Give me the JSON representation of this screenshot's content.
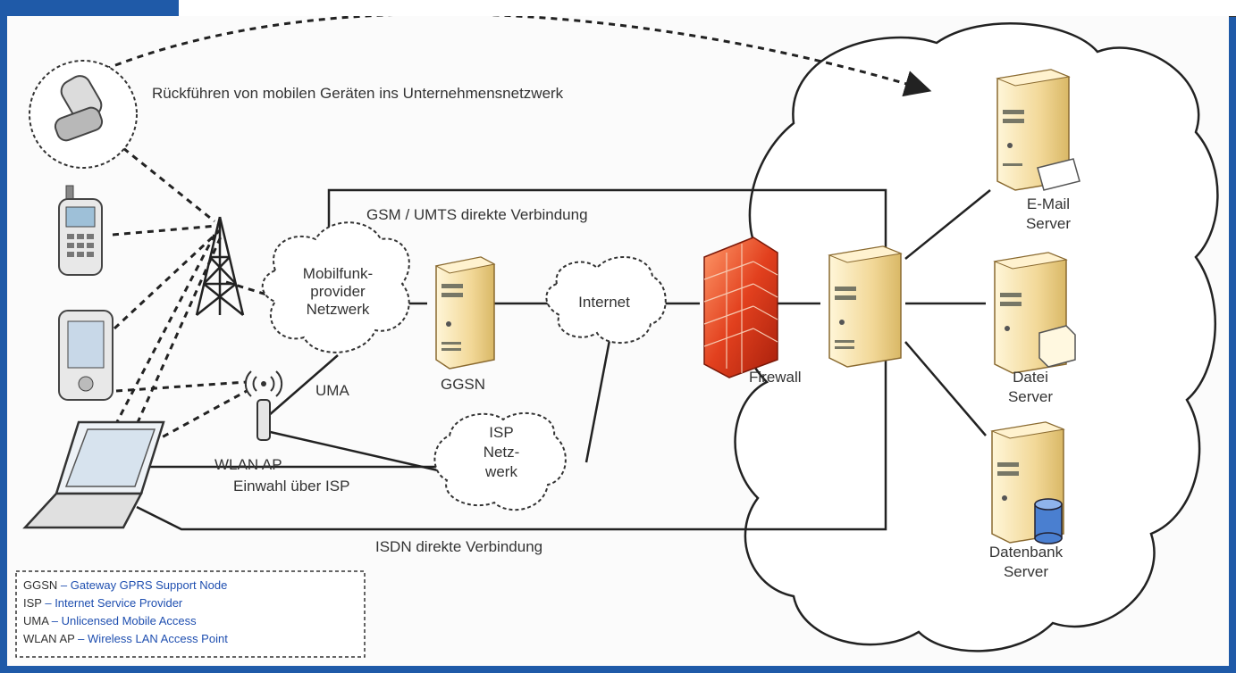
{
  "title": "Rückführen von mobilen Geräten ins Unternehmensnetzwerk",
  "connections": {
    "gsm": "GSM / UMTS direkte Verbindung",
    "isdn": "ISDN direkte Verbindung",
    "dial": "Einwahl über ISP",
    "uma": "UMA"
  },
  "nodes": {
    "mobile_l1": "Mobilfunk-",
    "mobile_l2": "provider",
    "mobile_l3": "Netzwerk",
    "ggsn": "GGSN",
    "internet": "Internet",
    "isp_l1": "ISP",
    "isp_l2": "Netz-",
    "isp_l3": "werk",
    "wlan": "WLAN AP",
    "firewall": "Firewall",
    "email_l1": "E-Mail",
    "email_l2": "Server",
    "file_l1": "Datei",
    "file_l2": "Server",
    "db_l1": "Datenbank",
    "db_l2": "Server"
  },
  "legend": [
    {
      "abbr": "GGSN",
      "text": "Gateway GPRS Support Node"
    },
    {
      "abbr": "ISP",
      "text": "Internet Service Provider"
    },
    {
      "abbr": "UMA",
      "text": "Unlicensed Mobile Access"
    },
    {
      "abbr": "WLAN AP",
      "text": "Wireless LAN Access Point"
    }
  ],
  "colors": {
    "frame": "#1f5aa8",
    "line": "#222222",
    "server": "#f0d9a0",
    "firewall": "#d63a1e",
    "legend_abbr": "#333333",
    "legend_text": "#1f4fb0"
  }
}
